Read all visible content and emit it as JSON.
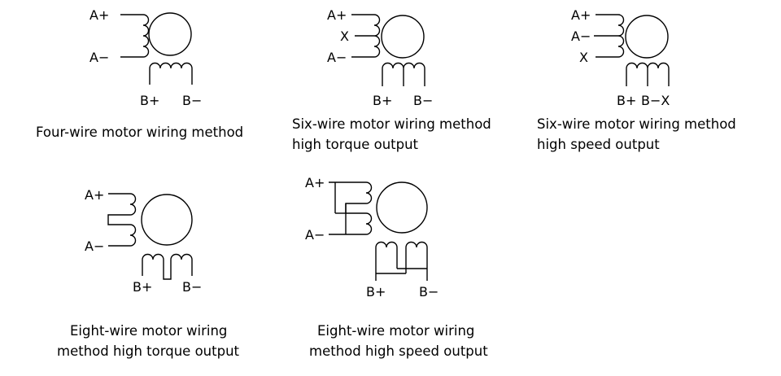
{
  "diagrams": [
    {
      "labels": {
        "a_plus": "A+",
        "a_minus": "A−",
        "b_plus": "B+",
        "b_minus": "B−"
      },
      "caption": [
        "Four-wire motor wiring method"
      ]
    },
    {
      "labels": {
        "a_plus": "A+",
        "x": "X",
        "a_minus": "A−",
        "b_plus": "B+",
        "b_minus": "B−"
      },
      "caption": [
        "Six-wire motor wiring method",
        "high torque output"
      ]
    },
    {
      "labels": {
        "a_plus": "A+",
        "a_minus": "A−",
        "x": "X",
        "b_plus": "B+",
        "b_minus_x": "B−X"
      },
      "caption": [
        "Six-wire motor wiring method",
        "high speed output"
      ]
    },
    {
      "labels": {
        "a_plus": "A+",
        "a_minus": "A−",
        "b_plus": "B+",
        "b_minus": "B−"
      },
      "caption": [
        "Eight-wire motor wiring",
        "method high torque output"
      ]
    },
    {
      "labels": {
        "a_plus": "A+",
        "a_minus": "A−",
        "b_plus": "B+",
        "b_minus": "B−"
      },
      "caption": [
        "Eight-wire motor wiring",
        "method high speed output"
      ]
    }
  ]
}
